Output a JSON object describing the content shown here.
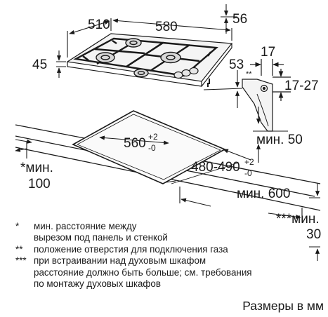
{
  "dimensions": {
    "hob_depth": "510",
    "hob_width": "580",
    "hob_height": "45",
    "edge_offset": "56",
    "depth_below": "53",
    "gas_offset": "17",
    "gas_mark": "**",
    "gas_range": "17-27",
    "min_panel": "мин. 50",
    "cutout_width_base": "560",
    "cutout_width_tol_plus": "+2",
    "cutout_width_tol_minus": "-0",
    "cutout_depth_base": "480-490",
    "cutout_depth_tol_plus": "+2",
    "cutout_depth_tol_minus": "-0",
    "min_wall_line1": "*мин.",
    "min_wall_line2": "100",
    "min_side": "мин. 600",
    "min_oven_line1": "***мин.",
    "min_oven_line2": "30"
  },
  "legend": [
    {
      "mark": "*",
      "lines": [
        "мин. расстояние между",
        "вырезом под панель и стенкой"
      ]
    },
    {
      "mark": "**",
      "lines": [
        "положение отверстия для подключения газа"
      ]
    },
    {
      "mark": "***",
      "lines": [
        "при встраивании над духовым шкафом",
        "расстояние должно быть больше; см. требования",
        "по монтажу духовых шкафов"
      ]
    }
  ],
  "units_note": "Размеры в мм"
}
